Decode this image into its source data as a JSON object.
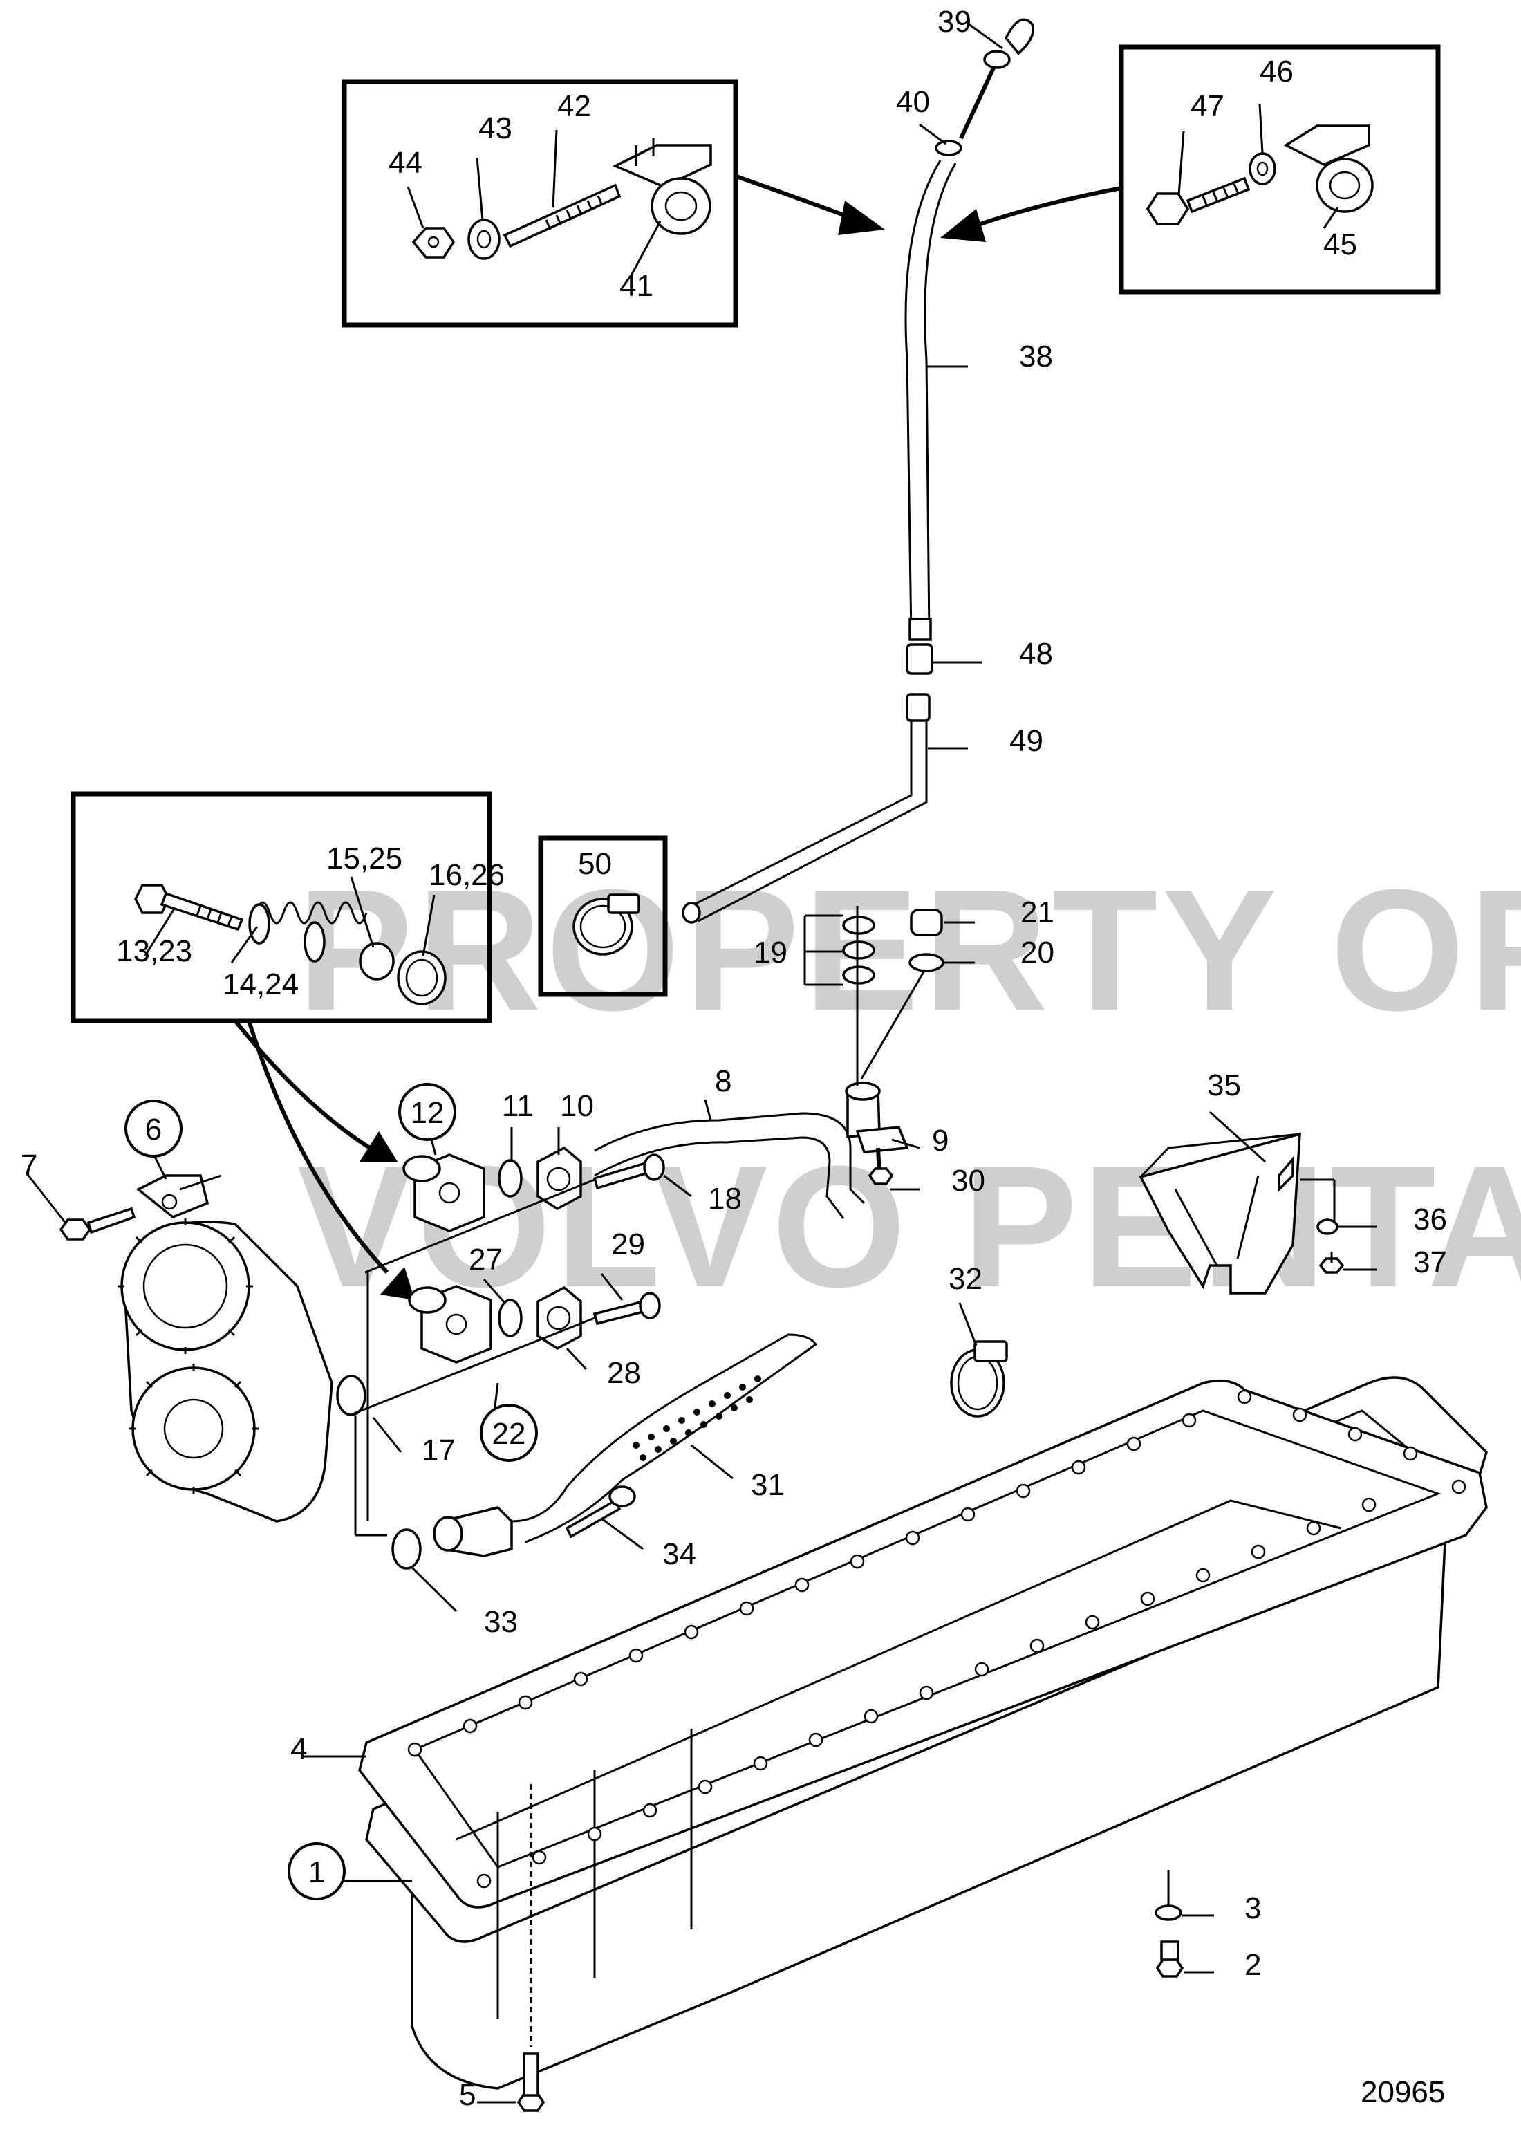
{
  "diagram_number": "20965",
  "watermark": {
    "line1": "PROPERTY OF",
    "line2": "VOLVO PENTA"
  },
  "callouts": [
    {
      "id": "c1",
      "text": "1",
      "circled": true
    },
    {
      "id": "c2",
      "text": "2",
      "circled": false
    },
    {
      "id": "c3",
      "text": "3",
      "circled": false
    },
    {
      "id": "c4",
      "text": "4",
      "circled": false
    },
    {
      "id": "c5",
      "text": "5",
      "circled": false
    },
    {
      "id": "c6",
      "text": "6",
      "circled": true
    },
    {
      "id": "c7",
      "text": "7",
      "circled": false
    },
    {
      "id": "c8",
      "text": "8",
      "circled": false
    },
    {
      "id": "c9",
      "text": "9",
      "circled": false
    },
    {
      "id": "c10",
      "text": "10",
      "circled": false
    },
    {
      "id": "c11",
      "text": "11",
      "circled": false
    },
    {
      "id": "c12",
      "text": "12",
      "circled": true
    },
    {
      "id": "c13",
      "text": "13,23",
      "circled": false
    },
    {
      "id": "c14",
      "text": "14,24",
      "circled": false
    },
    {
      "id": "c15",
      "text": "15,25",
      "circled": false
    },
    {
      "id": "c16",
      "text": "16,26",
      "circled": false
    },
    {
      "id": "c17",
      "text": "17",
      "circled": false
    },
    {
      "id": "c18",
      "text": "18",
      "circled": false
    },
    {
      "id": "c19",
      "text": "19",
      "circled": false
    },
    {
      "id": "c20",
      "text": "20",
      "circled": false
    },
    {
      "id": "c21",
      "text": "21",
      "circled": false
    },
    {
      "id": "c22",
      "text": "22",
      "circled": true
    },
    {
      "id": "c27",
      "text": "27",
      "circled": false
    },
    {
      "id": "c28",
      "text": "28",
      "circled": false
    },
    {
      "id": "c29",
      "text": "29",
      "circled": false
    },
    {
      "id": "c30",
      "text": "30",
      "circled": false
    },
    {
      "id": "c31",
      "text": "31",
      "circled": false
    },
    {
      "id": "c32",
      "text": "32",
      "circled": false
    },
    {
      "id": "c33",
      "text": "33",
      "circled": false
    },
    {
      "id": "c34",
      "text": "34",
      "circled": false
    },
    {
      "id": "c35",
      "text": "35",
      "circled": false
    },
    {
      "id": "c36",
      "text": "36",
      "circled": false
    },
    {
      "id": "c37",
      "text": "37",
      "circled": false
    },
    {
      "id": "c38",
      "text": "38",
      "circled": false
    },
    {
      "id": "c39",
      "text": "39",
      "circled": false
    },
    {
      "id": "c40",
      "text": "40",
      "circled": false
    },
    {
      "id": "c41",
      "text": "41",
      "circled": false
    },
    {
      "id": "c42",
      "text": "42",
      "circled": false
    },
    {
      "id": "c43",
      "text": "43",
      "circled": false
    },
    {
      "id": "c44",
      "text": "44",
      "circled": false
    },
    {
      "id": "c45",
      "text": "45",
      "circled": false
    },
    {
      "id": "c46",
      "text": "46",
      "circled": false
    },
    {
      "id": "c47",
      "text": "47",
      "circled": false
    },
    {
      "id": "c48",
      "text": "48",
      "circled": false
    },
    {
      "id": "c49",
      "text": "49",
      "circled": false
    },
    {
      "id": "c50",
      "text": "50",
      "circled": false
    }
  ]
}
